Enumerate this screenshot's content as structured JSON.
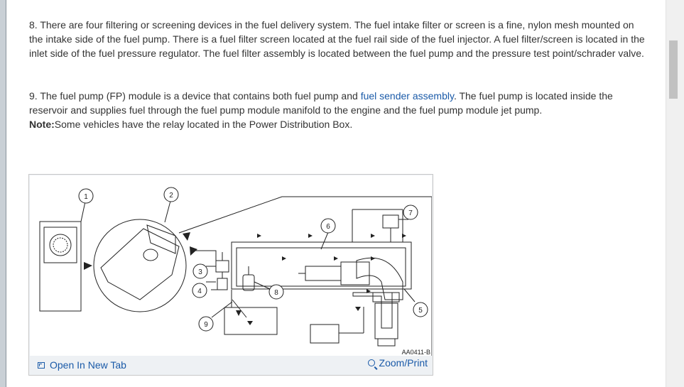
{
  "paragraph8": {
    "text": "8. There are four filtering or screening devices in the fuel delivery system. The fuel intake filter or screen is a fine, nylon mesh mounted on the intake side of the fuel pump. There is a fuel filter screen located at the fuel rail side of the fuel injector. A fuel filter/screen is located in the inlet side of the fuel pressure regulator. The fuel filter assembly is located between the fuel pump and the pressure test point/schrader valve."
  },
  "paragraph9": {
    "before_link": "9. The fuel pump (FP) module is a device that contains both fuel pump and ",
    "link": "fuel sender assembly",
    "after_link": ". The fuel pump is located inside the reservoir and supplies fuel through the fuel pump module manifold to the engine and the fuel pump module jet pump."
  },
  "note": {
    "label": "Note:",
    "text": "Some vehicles have the relay located in the Power Distribution Box."
  },
  "figure": {
    "code": "AA0411-B",
    "callouts": [
      "1",
      "2",
      "3",
      "4",
      "5",
      "6",
      "7",
      "8",
      "9"
    ],
    "open_tab_label": "Open In New Tab",
    "open_tab_icon": "open-new-tab-icon",
    "zoom_label": "Zoom/Print",
    "zoom_icon": "magnifier-icon"
  },
  "colors": {
    "link": "#1a5aa8",
    "text": "#333333",
    "figure_border": "#c8c8c8"
  }
}
